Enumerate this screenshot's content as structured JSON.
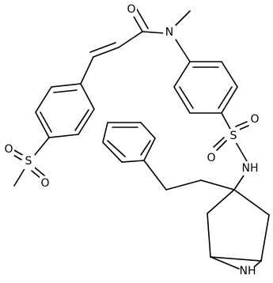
{
  "structure": {
    "atoms": {
      "carbonyl_oxygen": "O",
      "amide_nitrogen": "N",
      "sulfonyl_oxygen_left": "O",
      "sulfonyl_oxygen_right": "O",
      "sulfonamide_sulfur": "S",
      "sulfonamide_nh": "NH",
      "methylsulfonyl_sulfur": "S",
      "methylsulfonyl_oxygen_top": "O",
      "methylsulfonyl_oxygen_bottom": "O",
      "piperidine_nh": "NH"
    }
  }
}
